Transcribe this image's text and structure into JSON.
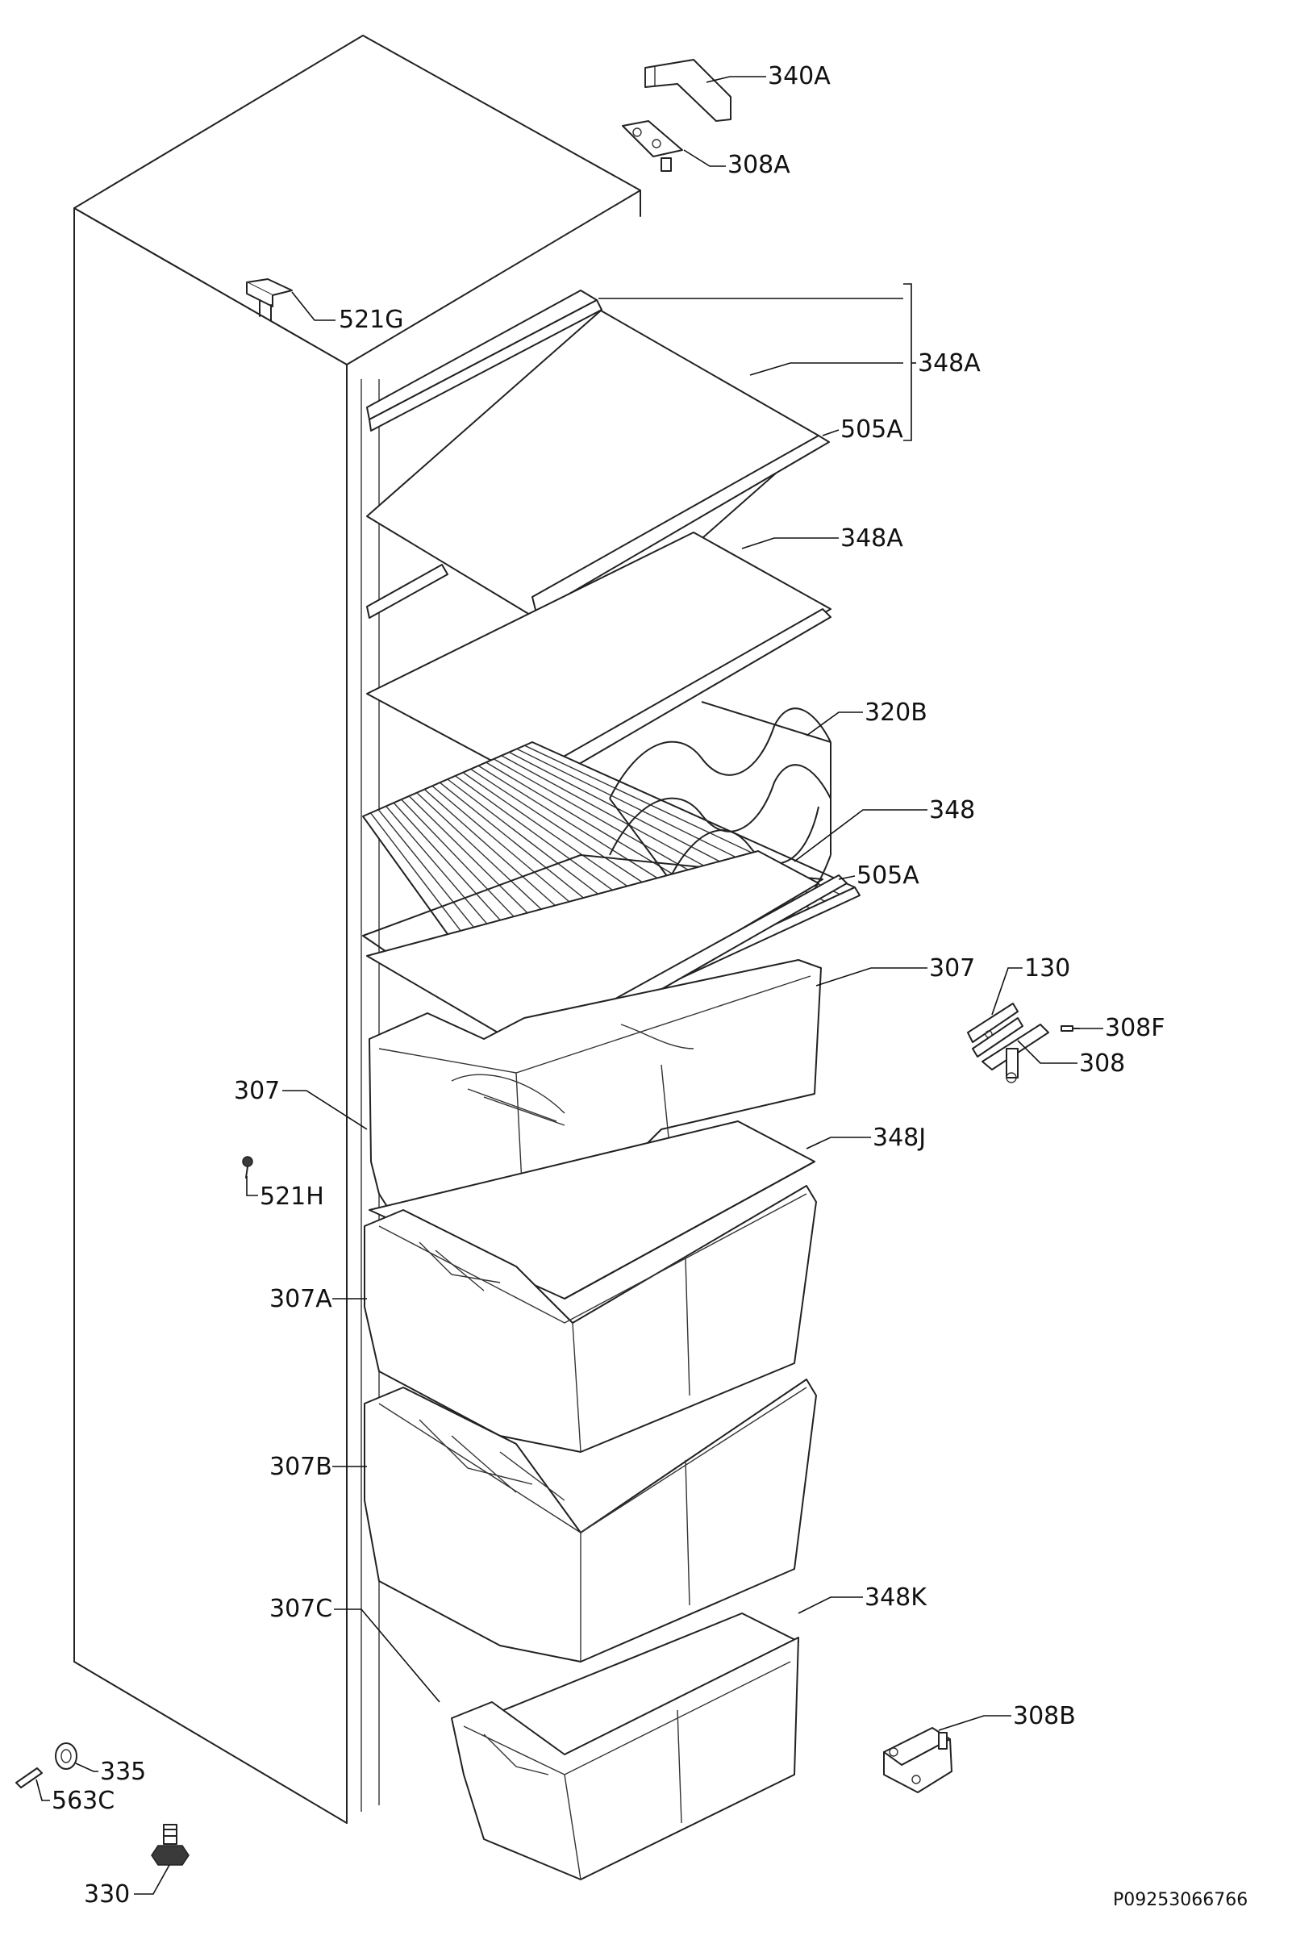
{
  "diagram": {
    "reference": "P09253066766",
    "labels": {
      "l340A": "340A",
      "l308A": "308A",
      "l521G": "521G",
      "l348A_1": "348A",
      "l505A_1": "505A",
      "l348A_2": "348A",
      "l320B": "320B",
      "l348": "348",
      "l505A_2": "505A",
      "l307_right": "307",
      "l130": "130",
      "l308F": "308F",
      "l308": "308",
      "l307_left": "307",
      "l521H": "521H",
      "l348J": "348J",
      "l307A": "307A",
      "l307B": "307B",
      "l307C": "307C",
      "l348K": "348K",
      "l308B": "308B",
      "l335": "335",
      "l563C": "563C",
      "l330": "330"
    }
  }
}
